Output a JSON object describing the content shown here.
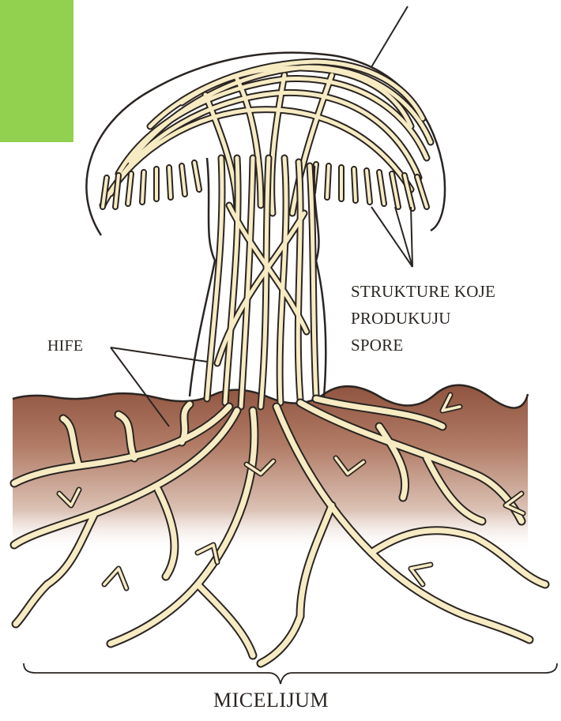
{
  "labels": {
    "spore_line1": "STRUKTURE KOJE",
    "spore_line2": "PRODUKUJU",
    "spore_line3": "SPORE",
    "hyphae": "HIFE",
    "mycelium": "MICELIJUM"
  },
  "colors": {
    "accent": "#92d050",
    "soil_top": "#8f5440",
    "soil_mid": "#c59b88",
    "hypha_fill": "#f6ebc3",
    "outline": "#2a2522"
  }
}
